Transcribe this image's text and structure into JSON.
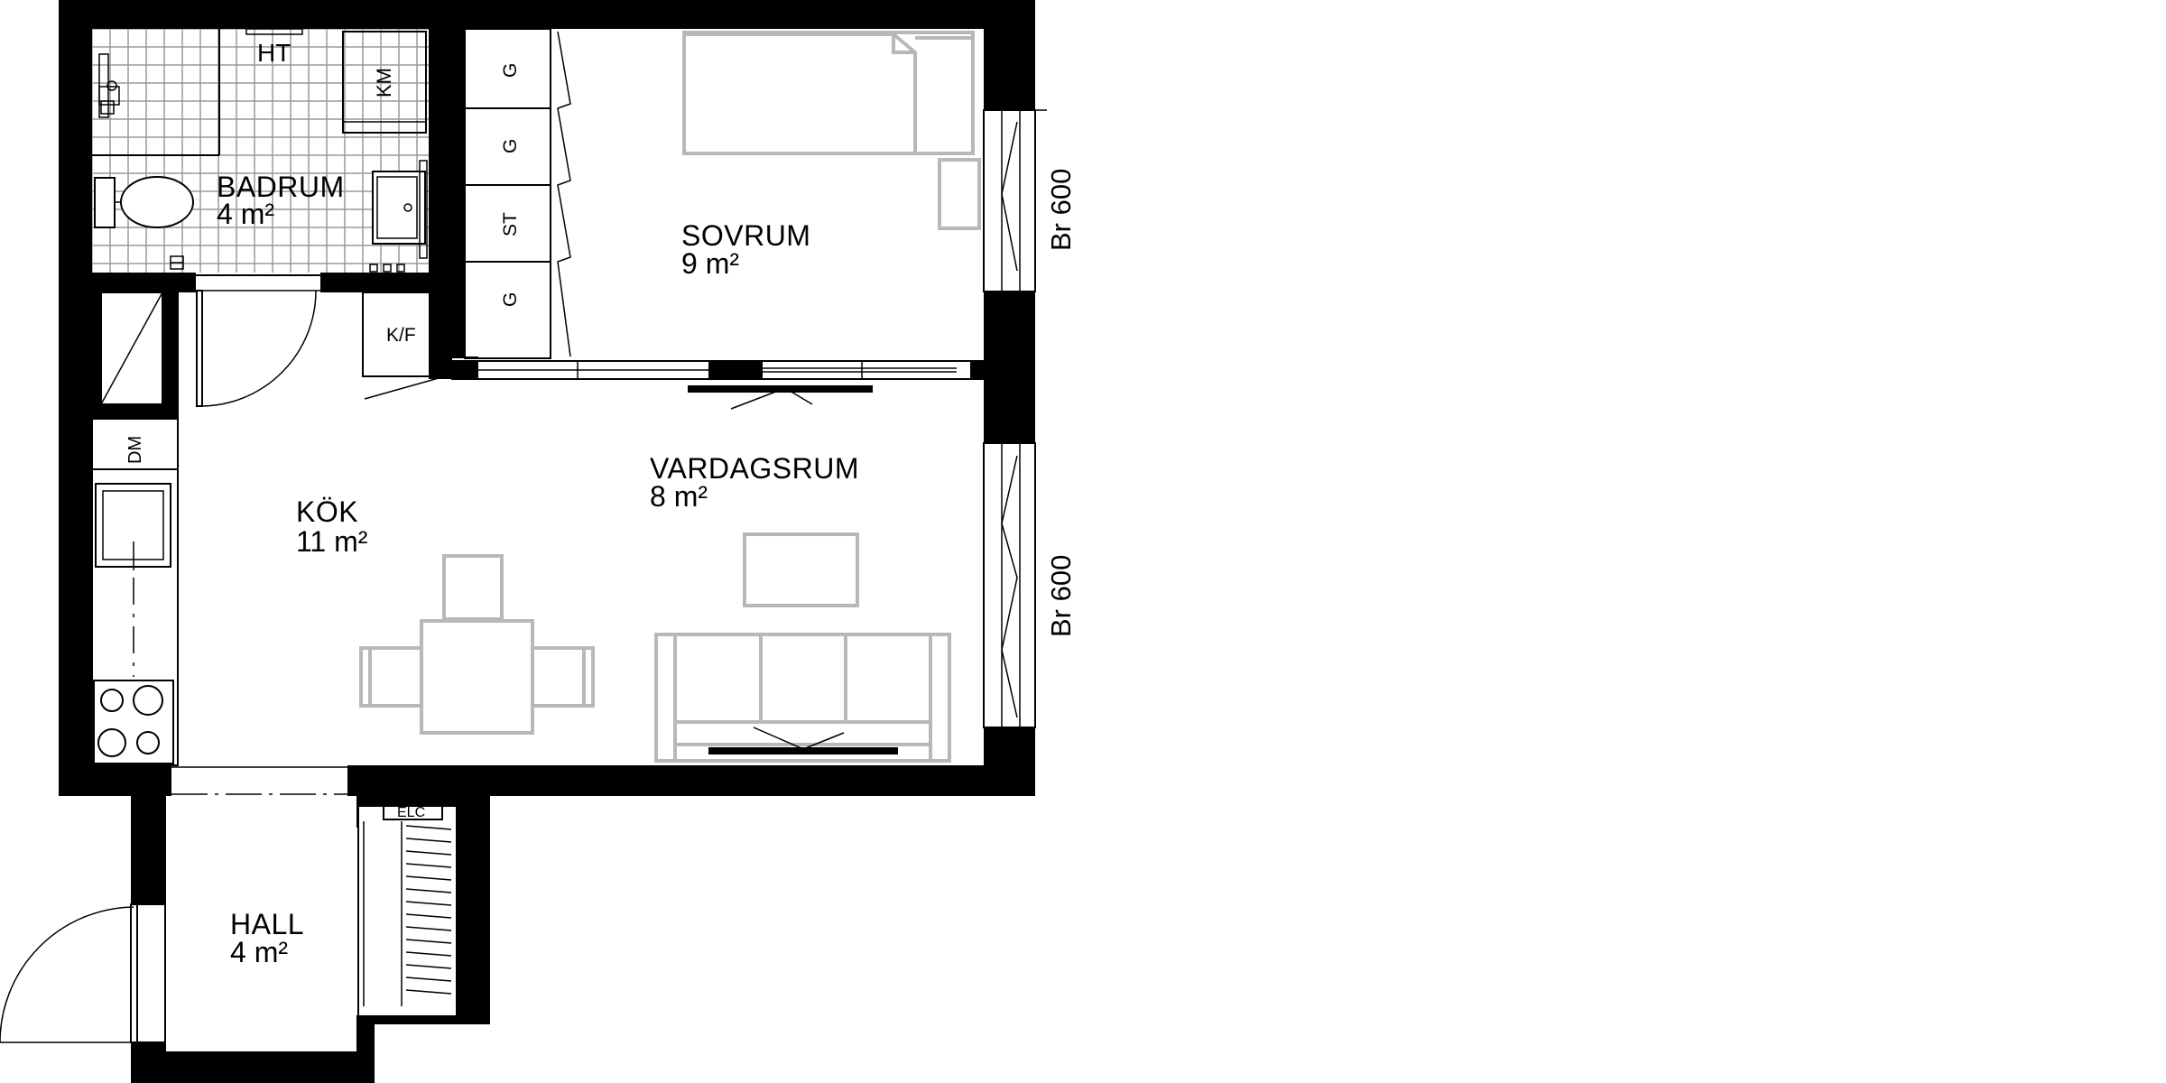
{
  "rooms": {
    "badrum": {
      "name": "BADRUM",
      "area": "4 m²"
    },
    "sovrum": {
      "name": "SOVRUM",
      "area": "9 m²"
    },
    "vardagsrum": {
      "name": "VARDAGSRUM",
      "area": "8 m²"
    },
    "kok": {
      "name": "KÖK",
      "area": "11 m²"
    },
    "hall": {
      "name": "HALL",
      "area": "4 m²"
    }
  },
  "fixtures": {
    "ht": "HT",
    "km": "KM",
    "kf": "K/F",
    "dm": "DM",
    "elc": "ELC",
    "wardrobes": [
      "G",
      "G",
      "ST",
      "G"
    ]
  },
  "windows": {
    "upper": "Br 600",
    "lower": "Br 600"
  },
  "colors": {
    "wall": "#000000",
    "furniture": "#b8b8b8",
    "tile": "#9a9a9a",
    "background": "#ffffff"
  }
}
